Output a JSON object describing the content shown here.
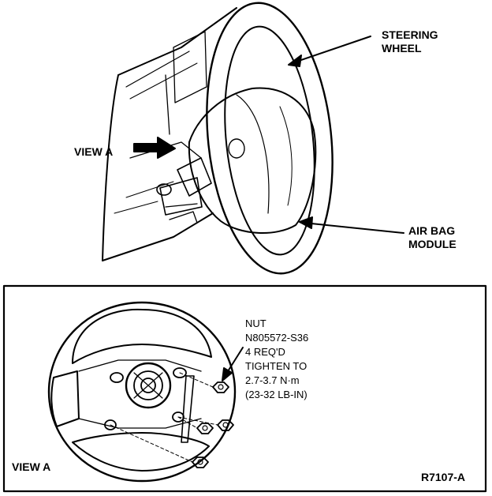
{
  "labels": {
    "steering_wheel": [
      "STEERING",
      "WHEEL"
    ],
    "view_a_top": "VIEW A",
    "air_bag_module": [
      "AIR BAG",
      "MODULE"
    ],
    "nut_callout": [
      "NUT",
      "N805572-S36",
      "4 REQ'D",
      "TIGHTEN TO",
      "2.7-3.7 N·m",
      "(23-32 LB-IN)"
    ],
    "view_a_bottom": "VIEW A",
    "figure_id": "R7107-A"
  },
  "colors": {
    "ink": "#000000",
    "paper": "#ffffff"
  }
}
